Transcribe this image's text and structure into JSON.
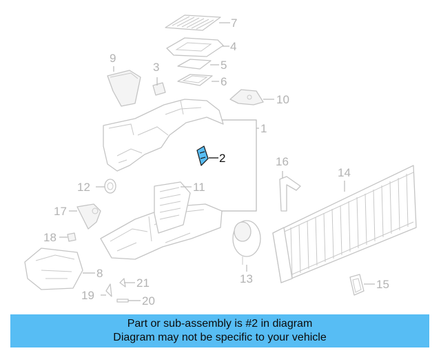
{
  "callouts": {
    "c1": "1",
    "c2": "2",
    "c3": "3",
    "c4": "4",
    "c5": "5",
    "c6": "6",
    "c7": "7",
    "c8": "8",
    "c9": "9",
    "c10": "10",
    "c11": "11",
    "c12": "12",
    "c13": "13",
    "c14": "14",
    "c15": "15",
    "c16": "16",
    "c17": "17",
    "c18": "18",
    "c19": "19",
    "c20": "20",
    "c21": "21"
  },
  "highlighted_part": "2",
  "colors": {
    "highlight_fill": "#57bdf4",
    "banner_bg": "#57bdf4",
    "line_gray": "#c4c4c4"
  },
  "banner": {
    "line1": "Part or sub-assembly is #2 in diagram",
    "line2": "Diagram may not be specific to your vehicle"
  }
}
